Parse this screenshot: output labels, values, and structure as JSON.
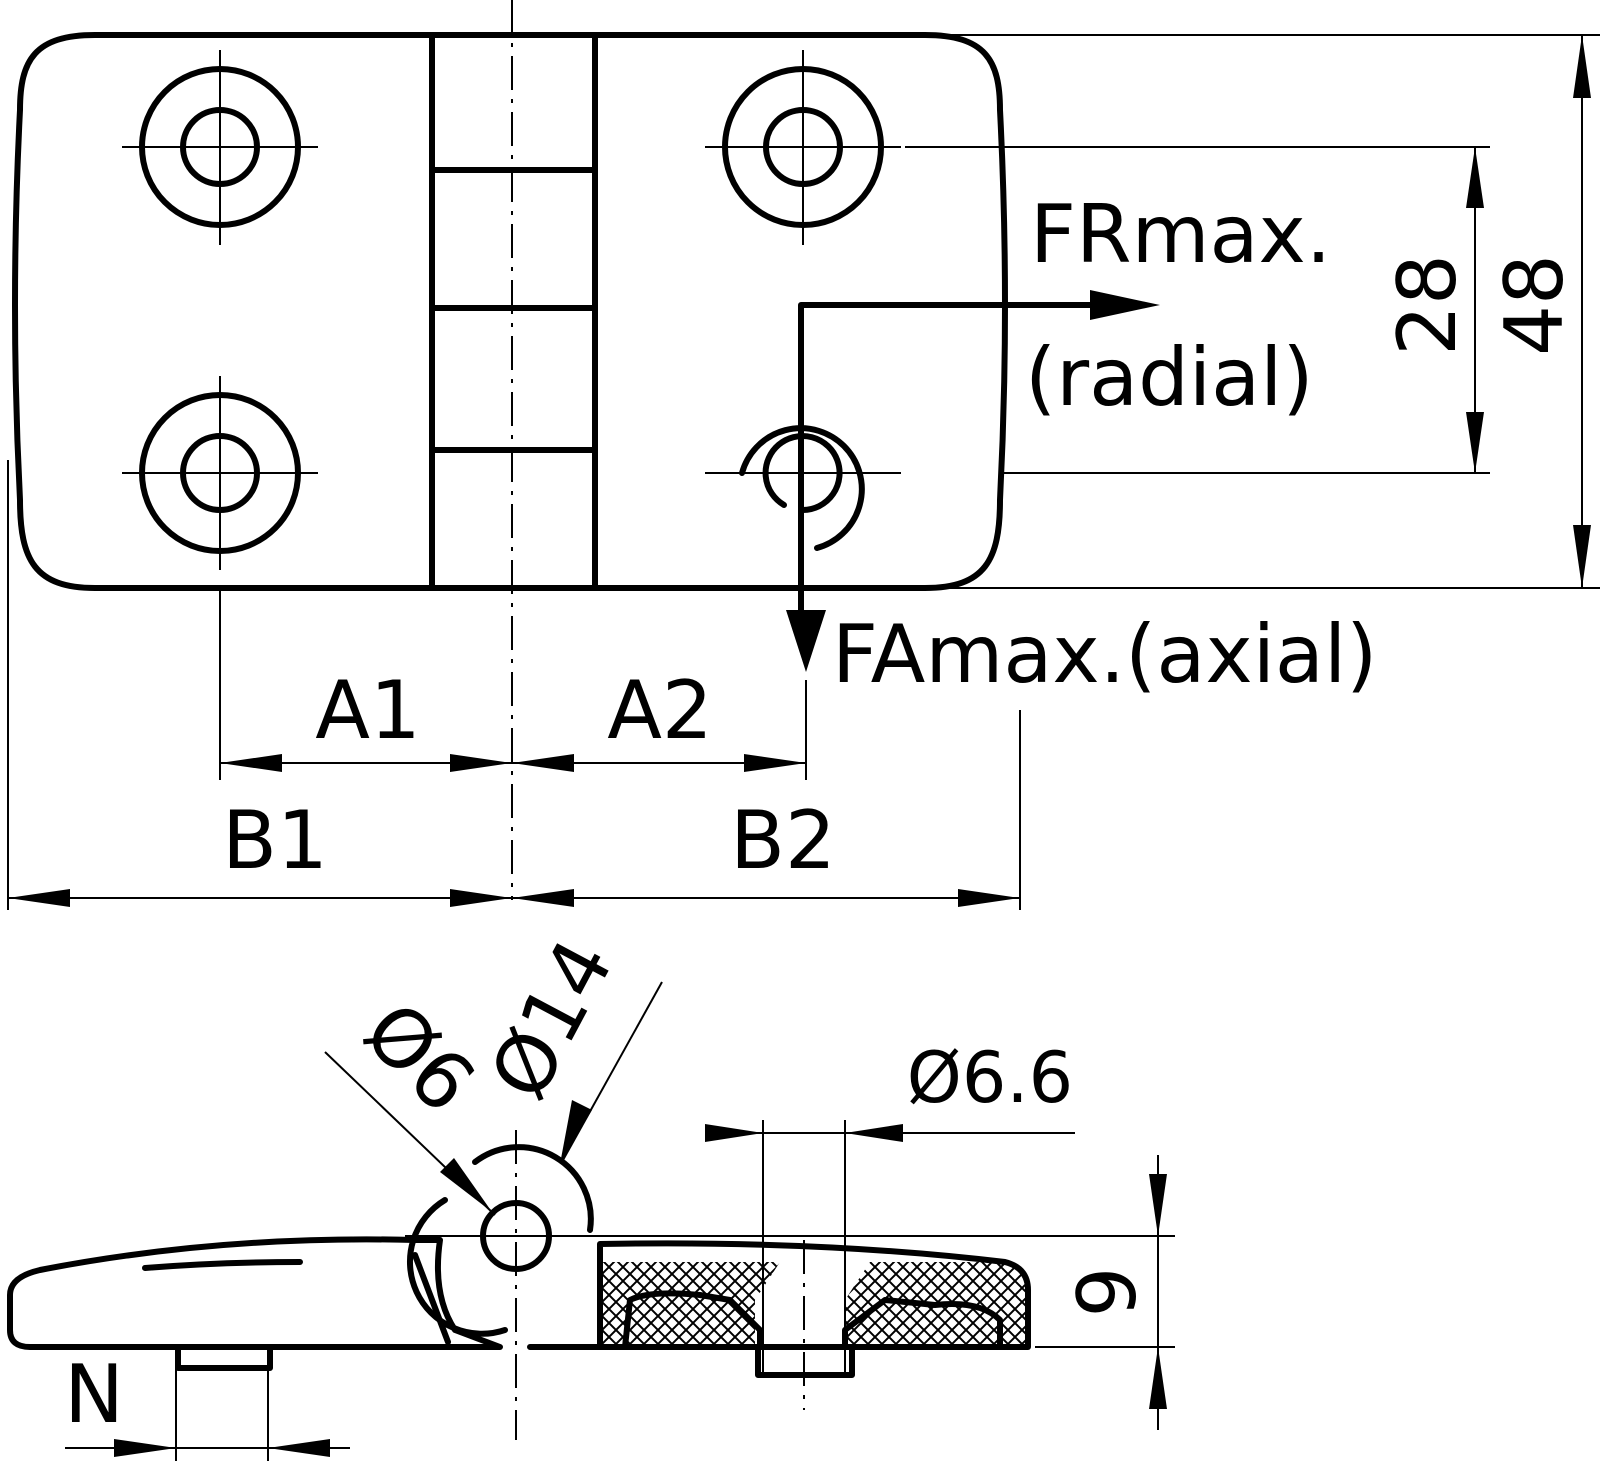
{
  "labels": {
    "fr_max": "FRmax.",
    "radial": "(radial)",
    "fa_max": "FAmax.(axial)",
    "a1": "A1",
    "a2": "A2",
    "b1": "B1",
    "b2": "B2",
    "hole_spacing": "28",
    "height": "48",
    "pin_dia": "Ø6",
    "knuckle_dia": "Ø14",
    "hole_dia": "Ø6.6",
    "thickness": "9",
    "n": "N"
  },
  "colors": {
    "line": "#000000",
    "background": "#ffffff"
  }
}
